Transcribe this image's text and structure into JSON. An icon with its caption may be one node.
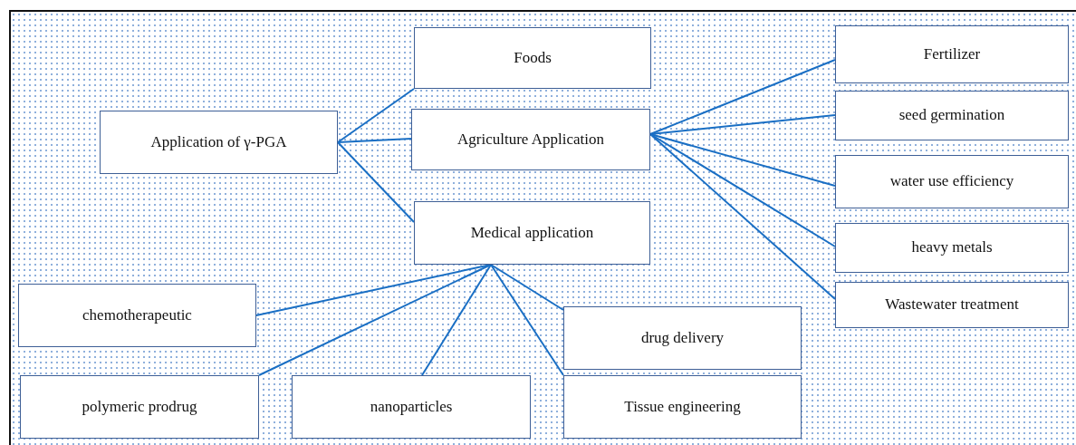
{
  "diagram": {
    "nodes": [
      {
        "text": [
          "Application of γ-PGA"
        ]
      },
      {
        "text": [
          "Foods"
        ]
      },
      {
        "text": [
          "Agriculture Application"
        ]
      },
      {
        "text": [
          "Medical application"
        ]
      },
      {
        "text": [
          "Fertilizer"
        ]
      },
      {
        "text": [
          "seed germination"
        ]
      },
      {
        "text": [
          "water use efficiency"
        ]
      },
      {
        "text": [
          "heavy metals"
        ]
      },
      {
        "text": [
          "Wastewater treatment"
        ]
      },
      {
        "text": [
          "chemotherapeutic"
        ]
      },
      {
        "text": [
          "drug delivery"
        ]
      },
      {
        "text": [
          "polymeric prodrug"
        ]
      },
      {
        "text": [
          "nanoparticles"
        ]
      },
      {
        "text": [
          "Tissue engineering"
        ]
      }
    ],
    "edges": [
      {
        "from": 0,
        "to": 1,
        "arrow": "none"
      },
      {
        "from": 0,
        "to": 2,
        "arrow": "none"
      },
      {
        "from": 0,
        "to": 3,
        "arrow": "none"
      },
      {
        "from": 2,
        "to": 4,
        "arrow": "none"
      },
      {
        "from": 2,
        "to": 5,
        "arrow": "none"
      },
      {
        "from": 2,
        "to": 6,
        "arrow": "none"
      },
      {
        "from": 2,
        "to": 7,
        "arrow": "none"
      },
      {
        "from": 2,
        "to": 8,
        "arrow": "none"
      },
      {
        "from": 3,
        "to": 9,
        "arrow": "none"
      },
      {
        "from": 3,
        "to": 11,
        "arrow": "none"
      },
      {
        "from": 3,
        "to": 12,
        "arrow": "none"
      },
      {
        "from": 3,
        "to": 10,
        "arrow": "none"
      },
      {
        "from": 3,
        "to": 13,
        "arrow": "none"
      }
    ]
  }
}
